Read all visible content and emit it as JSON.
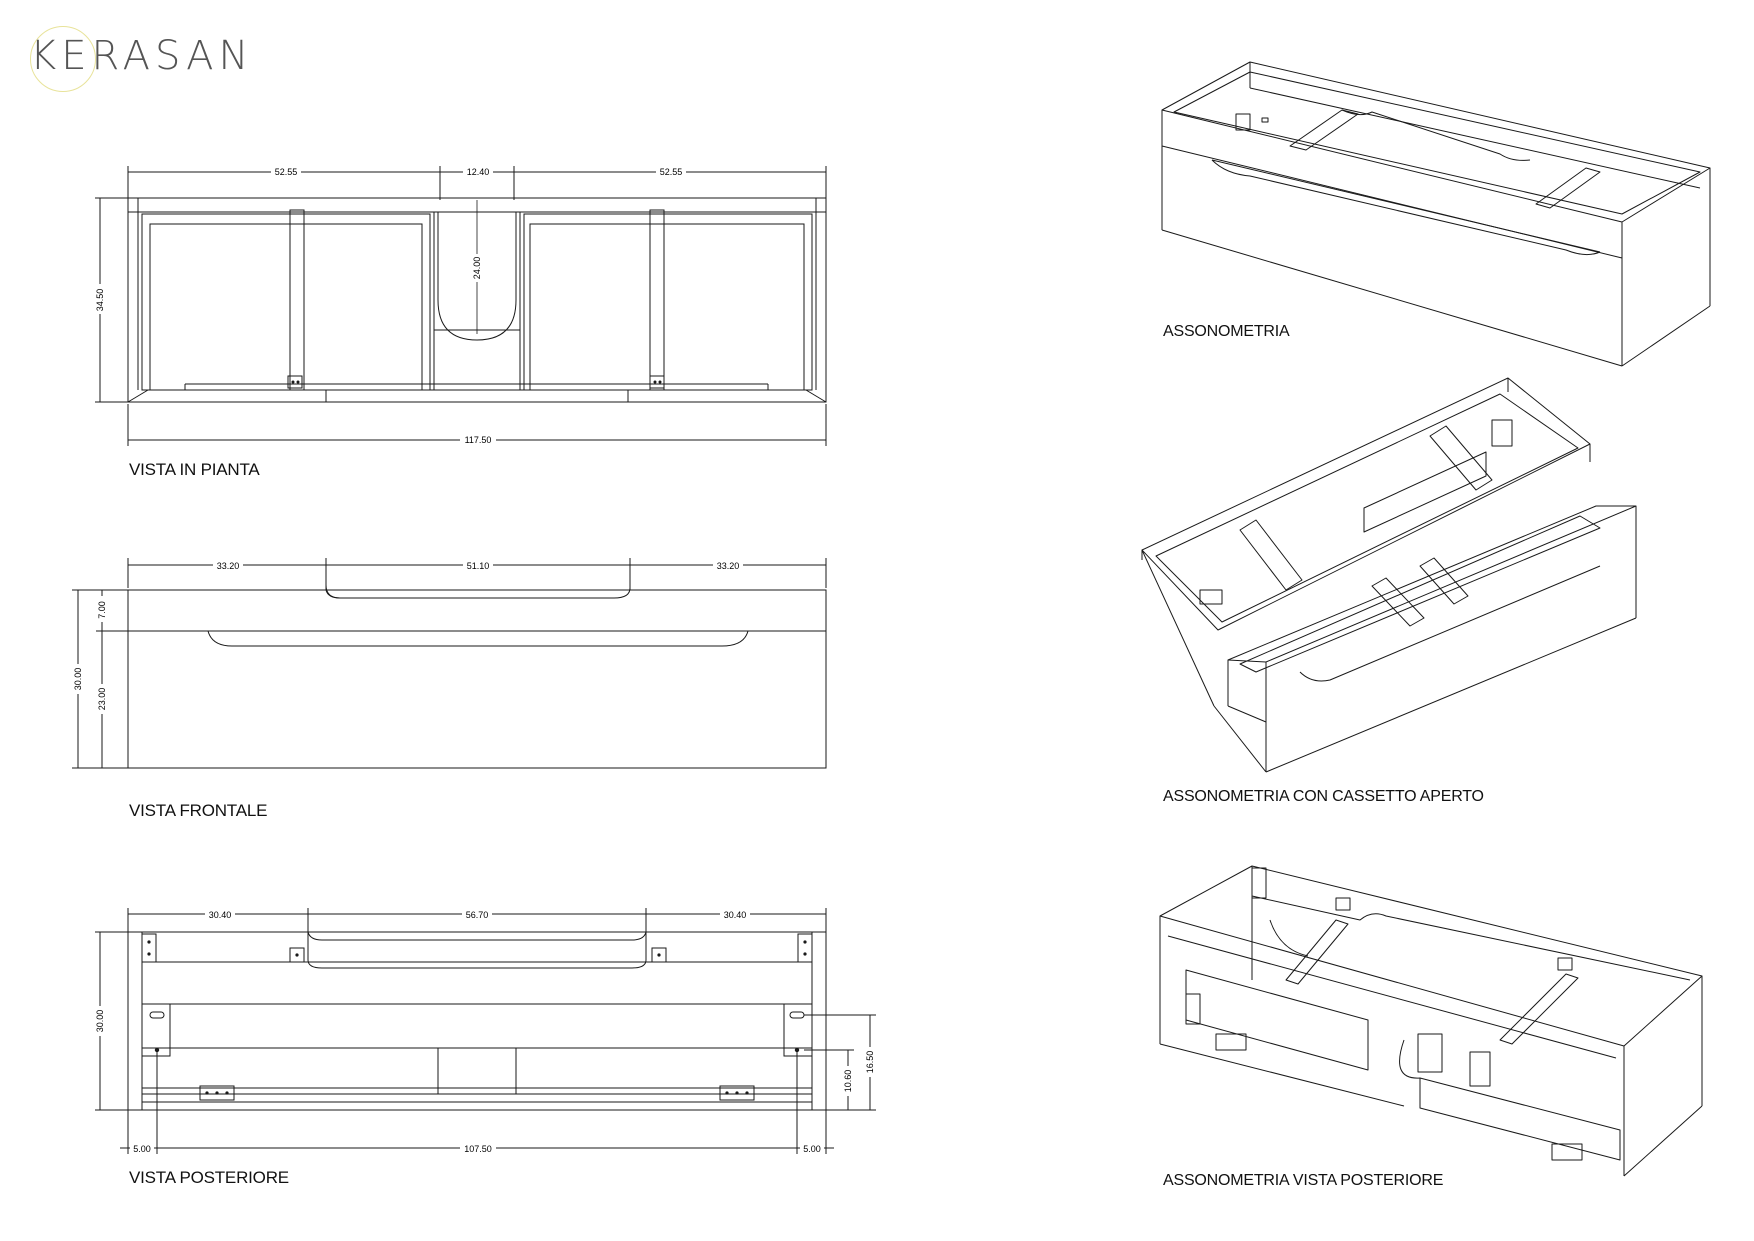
{
  "brand": {
    "logo_text": "KERASAN"
  },
  "views": {
    "plan": {
      "title": "VISTA IN PIANTA",
      "dims": {
        "left_width": "52.55",
        "center_width": "12.40",
        "right_width": "52.55",
        "total_width": "117.50",
        "depth": "34.50",
        "cutout_depth": "24.00"
      }
    },
    "front": {
      "title": "VISTA FRONTALE",
      "dims": {
        "left": "33.20",
        "center": "51.10",
        "right": "33.20",
        "total_height": "30.00",
        "top_band": "7.00",
        "drawer": "23.00"
      }
    },
    "rear": {
      "title": "VISTA POSTERIORE",
      "dims": {
        "left": "30.40",
        "center": "56.70",
        "right": "30.40",
        "height": "30.00",
        "hole_height_small": "10.60",
        "hole_height_large": "16.50",
        "offset_left": "5.00",
        "hole_span": "107.50",
        "offset_right": "5.00"
      }
    }
  },
  "isometric": {
    "iso1_title": "ASSONOMETRIA",
    "iso2_title": "ASSONOMETRIA CON CASSETTO APERTO",
    "iso3_title": "ASSONOMETRIA VISTA POSTERIORE"
  },
  "colors": {
    "line": "#1a1a1a",
    "logo_ring": "#e8e39a",
    "logo_text": "#555555"
  }
}
